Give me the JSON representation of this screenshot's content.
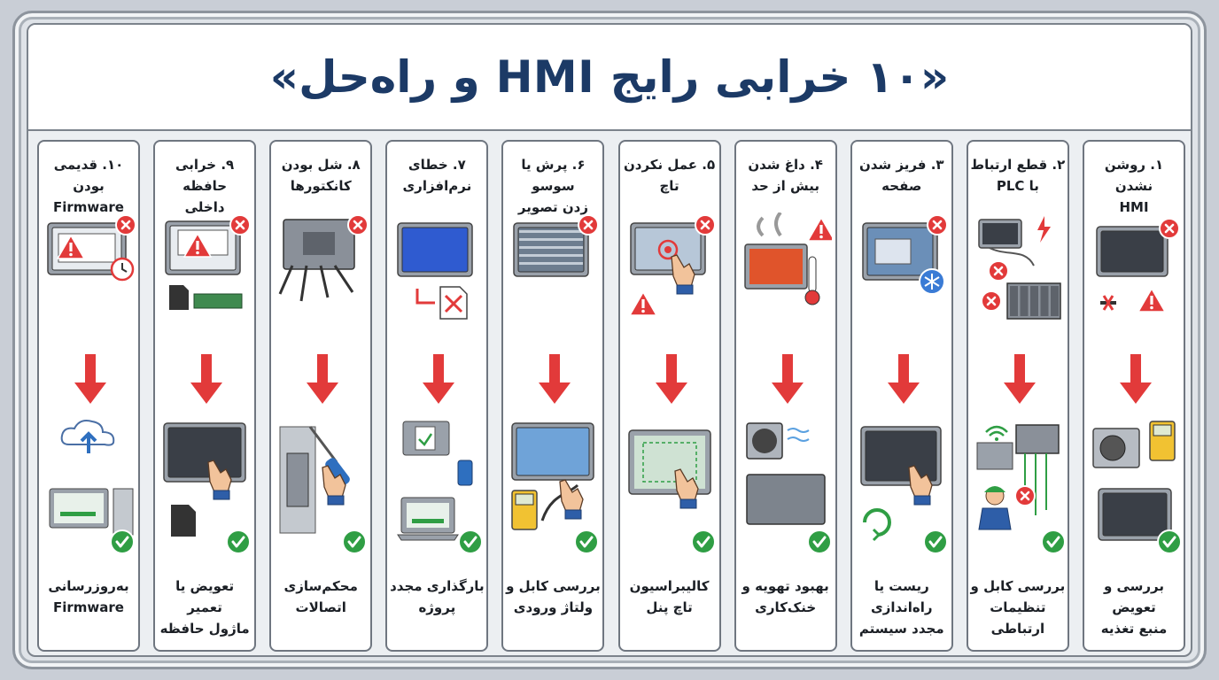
{
  "title": "«۱۰ خرابی رایج HMI و راه‌حل»",
  "colors": {
    "title": "#1c3a66",
    "arrow": "#e23a3a",
    "error": "#e23a3a",
    "ok": "#2f9e44",
    "screen": "#3a3f47",
    "bezel": "#9aa1aa"
  },
  "cards": [
    {
      "problem": [
        "۱. روشن نشدن",
        "HMI"
      ],
      "solution": [
        "بررسی و تعویض",
        "منبع تغذیه"
      ],
      "icons": [
        "monitor-icon",
        "error-icon",
        "unplugged-icon",
        "warning-icon",
        "power-supply-icon",
        "multimeter-icon",
        "ok-icon"
      ]
    },
    {
      "problem": [
        "۲. قطع ارتباط",
        "با PLC"
      ],
      "solution": [
        "بررسی کابل و",
        "تنظیمات",
        "ارتباطی"
      ],
      "icons": [
        "hmi-icon",
        "lightning-icon",
        "plc-icon",
        "wifi-icon",
        "technician-icon",
        "ok-icon"
      ]
    },
    {
      "problem": [
        "۳. فریز شدن",
        "صفحه"
      ],
      "solution": [
        "ریست یا",
        "راه‌اندازی",
        "مجدد سیستم"
      ],
      "icons": [
        "frozen-screen-icon",
        "snowflake-icon",
        "reset-icon",
        "ok-icon"
      ]
    },
    {
      "problem": [
        "۴. داغ شدن",
        "بیش از حد"
      ],
      "solution": [
        "بهبود تهویه و",
        "خنک‌کاری"
      ],
      "icons": [
        "overheat-icon",
        "thermometer-icon",
        "warning-icon",
        "fan-icon",
        "ok-icon"
      ]
    },
    {
      "problem": [
        "۵. عمل نکردن",
        "تاچ"
      ],
      "solution": [
        "کالیبراسیون",
        "تاچ پنل"
      ],
      "icons": [
        "touch-icon",
        "error-icon",
        "warning-icon",
        "calibration-icon",
        "ok-icon"
      ]
    },
    {
      "problem": [
        "۶. پرش یا سوسو",
        "زدن تصویر"
      ],
      "solution": [
        "بررسی کابل و",
        "ولتاژ ورودی"
      ],
      "icons": [
        "flicker-screen-icon",
        "error-icon",
        "multimeter-icon",
        "cable-icon",
        "ok-icon"
      ]
    },
    {
      "problem": [
        "۷. خطای",
        "نرم‌افزاری"
      ],
      "solution": [
        "بارگذاری مجدد",
        "پروژه"
      ],
      "icons": [
        "blue-screen-icon",
        "corrupt-file-icon",
        "usb-icon",
        "laptop-icon",
        "ok-icon"
      ]
    },
    {
      "problem": [
        "۸. شل بودن",
        "کانکتورها"
      ],
      "solution": [
        "محکم‌سازی",
        "اتصالات"
      ],
      "icons": [
        "connector-icon",
        "error-icon",
        "screwdriver-icon",
        "ok-icon"
      ]
    },
    {
      "problem": [
        "۹. خرابی حافظه",
        "داخلی"
      ],
      "solution": [
        "تعویض یا تعمیر",
        "ماژول حافظه"
      ],
      "icons": [
        "memory-error-icon",
        "sd-card-icon",
        "ram-icon",
        "ok-icon"
      ]
    },
    {
      "problem": [
        "۱۰. قدیمی بودن",
        "Firmware"
      ],
      "solution": [
        "به‌روزرسانی",
        "Firmware"
      ],
      "icons": [
        "outdated-icon",
        "clock-icon",
        "cloud-upload-icon",
        "computer-icon",
        "ok-icon"
      ]
    }
  ]
}
